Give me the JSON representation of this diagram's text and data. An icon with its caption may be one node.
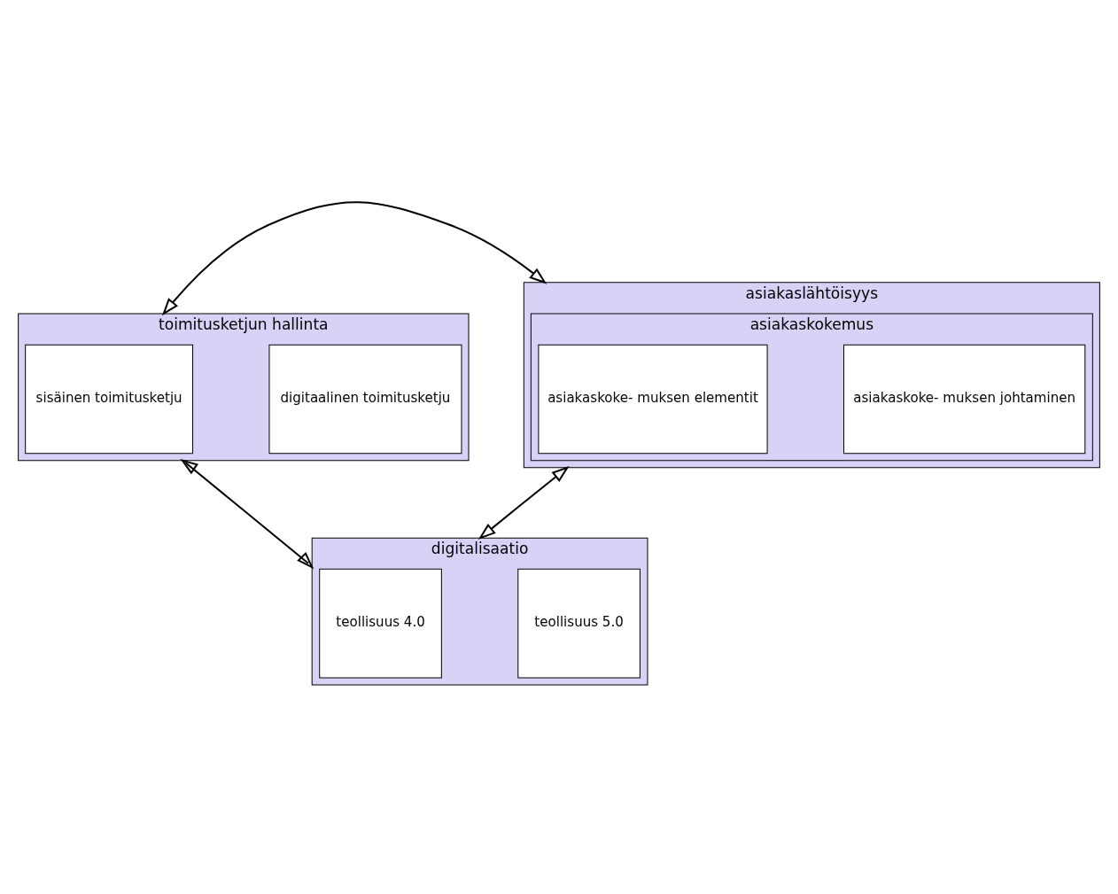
{
  "diagram": {
    "nodes": [
      {
        "text": [
          "toimitusketjun hallinta"
        ]
      },
      {
        "text": [
          "sisäinen toimitusketju"
        ],
        "in": 0
      },
      {
        "text": [
          "digitaalinen toimitusketju"
        ],
        "in": 0
      },
      {
        "text": [
          "asiakaslähtöisyys"
        ]
      },
      {
        "text": [
          "asiakaskokemus"
        ],
        "in": 3
      },
      {
        "text": [
          "asiakaskoke- muksen elementit"
        ],
        "in": 4
      },
      {
        "text": [
          "asiakaskoke- muksen johtaminen"
        ],
        "in": 4
      },
      {
        "text": [
          "digitalisaatio"
        ]
      },
      {
        "text": [
          "teollisuus 4.0"
        ],
        "in": 7
      },
      {
        "text": [
          "teollisuus 5.0"
        ],
        "in": 7
      }
    ],
    "edges": [
      {
        "from": 0,
        "to": 3,
        "arrow": "both"
      },
      {
        "from": 0,
        "to": 7,
        "arrow": "both"
      },
      {
        "from": 3,
        "to": 7,
        "arrow": "both"
      }
    ]
  }
}
